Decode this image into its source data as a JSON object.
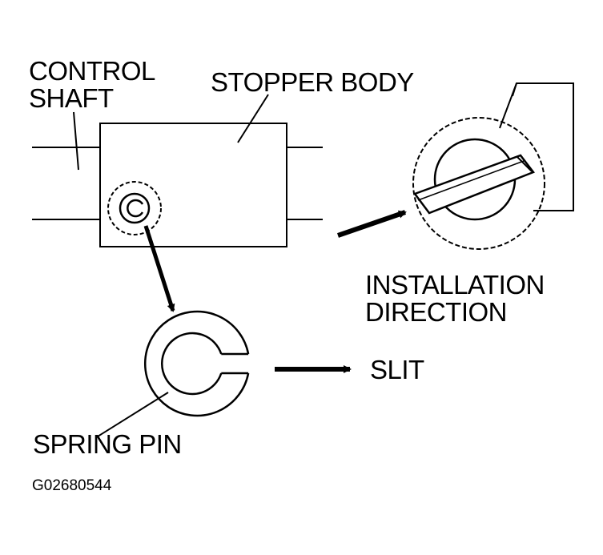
{
  "labels": {
    "control_shaft": [
      "CONTROL",
      "SHAFT"
    ],
    "stopper_body": "STOPPER BODY",
    "installation_direction": [
      "INSTALLATION",
      "DIRECTION"
    ],
    "slit": "SLIT",
    "spring_pin": "SPRING PIN",
    "figure_code": "G02680544"
  },
  "colors": {
    "ink": "#000000",
    "paper": "#ffffff"
  }
}
